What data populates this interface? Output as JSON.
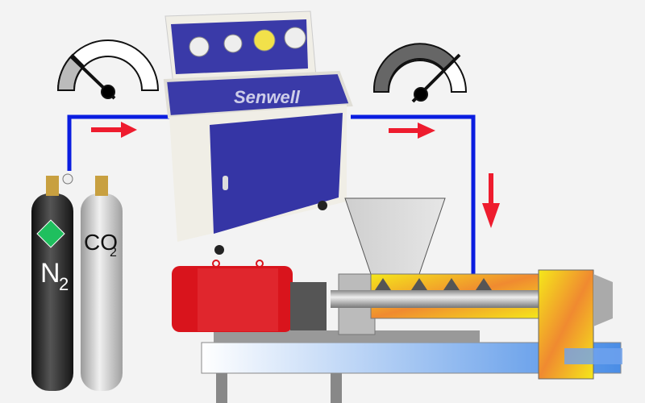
{
  "diagram": {
    "title": "Gas booster supplying N2 / CO2 to extruder",
    "watermark": "Senwell",
    "colors": {
      "background": "#f3f3f3",
      "gas_line": "#0a1de0",
      "flow_arrow": "#ee1c2e",
      "cabinet_panel": "#3a3aa8",
      "cabinet_body": "#f0eee6",
      "motor": "#d9141c",
      "barrel_fill": "#f5ee1a",
      "melt": "#f08a30",
      "base_beam": "#5b9be8"
    },
    "cylinders": [
      {
        "label_main": "N",
        "label_sub": "2",
        "color": "#2a2a2a"
      },
      {
        "label_main": "CO",
        "label_sub": "2",
        "color": "#c8c8c8"
      }
    ],
    "gauges": [
      {
        "name": "inlet-pressure",
        "level": "low"
      },
      {
        "name": "outlet-pressure",
        "level": "high"
      }
    ],
    "components": [
      "gas cylinders",
      "gas booster cabinet",
      "electric motor",
      "gearbox",
      "hopper",
      "screw extruder barrel",
      "die head"
    ]
  }
}
